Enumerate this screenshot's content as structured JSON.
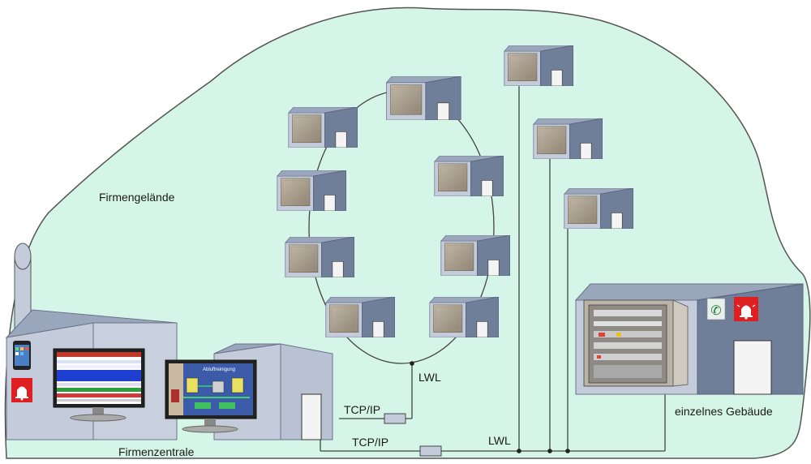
{
  "labels": {
    "campus": "Firmengelände",
    "headquarters": "Firmenzentrale",
    "single_building": "einzelnes Gebäude",
    "fiber_ring": "LWL",
    "fiber_bus": "LWL",
    "tcpip_upper": "TCP/IP",
    "tcpip_lower": "TCP/IP",
    "scada_title": "Abluftreinigung"
  },
  "colors": {
    "campus_fill": "#d5f5e8",
    "building_front": "#c4ccdb",
    "building_side": "#6f7f99",
    "building_roof": "#9aa6bb",
    "line": "#444444",
    "alarm_red": "#e02020"
  },
  "icons": {
    "phone": "phone-icon",
    "alarm": "alarm-bell-icon",
    "smartphone": "smartphone-icon"
  }
}
